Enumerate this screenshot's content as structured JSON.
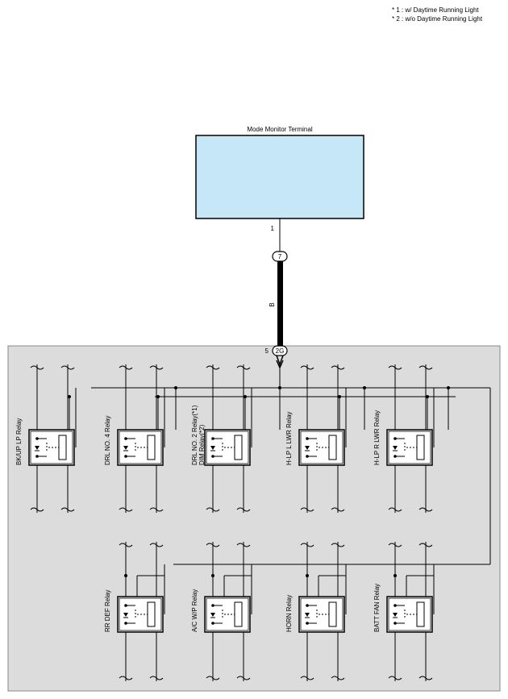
{
  "notes": [
    "* 1 : w/ Daytime Running Light",
    "* 2 : w/o Daytime Running Light"
  ],
  "terminal": {
    "title": "Mode Monitor Terminal",
    "pin": "1"
  },
  "connectors": {
    "upper": "7",
    "lower": "2G",
    "lower_pin": "5"
  },
  "wire_color": "B",
  "relays_top": [
    {
      "label": "BK/UP LP Relay",
      "label2": ""
    },
    {
      "label": "DRL NO. 4 Relay",
      "label2": ""
    },
    {
      "label": "DRL NO. 2 Relay(*1)",
      "label2": "DIM Relay(*2)"
    },
    {
      "label": "H-LP L LWR Relay",
      "label2": ""
    },
    {
      "label": "H-LP R LWR Relay",
      "label2": ""
    }
  ],
  "relays_bottom": [
    {
      "label": "RR DEF Relay"
    },
    {
      "label": "A/C W/P Relay"
    },
    {
      "label": "HORN Relay"
    },
    {
      "label": "BATT FAN Relay"
    }
  ],
  "colors": {
    "terminal_fill": "#c6e7f8",
    "panel_fill": "#dcdcdc",
    "relay_fill": "#ffffff",
    "line": "#000000"
  }
}
